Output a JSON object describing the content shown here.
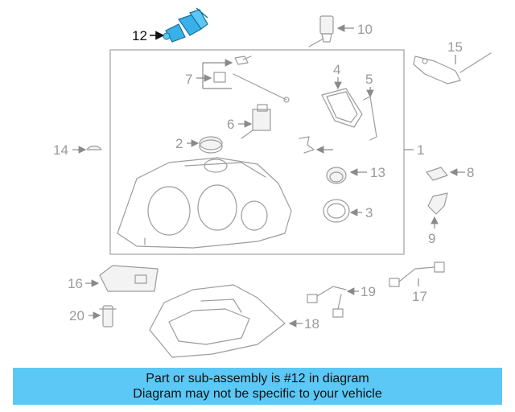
{
  "diagram": {
    "callouts": {
      "c1": "1",
      "c2": "2",
      "c3": "3",
      "c4": "4",
      "c5": "5",
      "c6": "6",
      "c7": "7",
      "c8": "8",
      "c9": "9",
      "c10": "10",
      "c12": "12",
      "c13": "13",
      "c14": "14",
      "c15": "15",
      "c16": "16",
      "c17": "17",
      "c18": "18",
      "c19": "19",
      "c20": "20"
    },
    "highlighted_part": "12",
    "colors": {
      "highlight": "#3ab0e8",
      "banner": "#5bc8f5",
      "line": "#9c9c9c"
    }
  },
  "banner": {
    "line1": "Part or sub-assembly is #12 in diagram",
    "line2": "Diagram may not be specific to your vehicle"
  }
}
